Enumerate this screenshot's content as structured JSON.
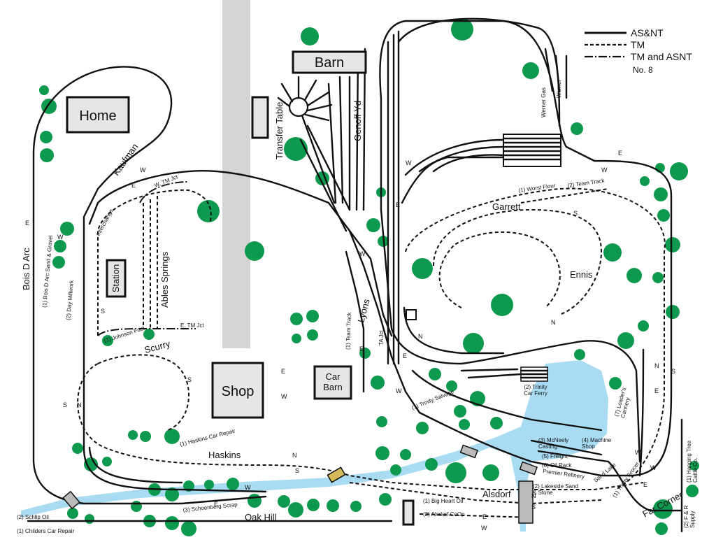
{
  "legend": {
    "asnt": "AS&NT",
    "tm": "TM",
    "both": "TM and ASNT",
    "plan": "No. 8"
  },
  "buildings": {
    "home": "Home",
    "barn": "Barn",
    "shop": "Shop",
    "station": "Station",
    "car_barn": "Car\nBarn"
  },
  "places": {
    "kaufman": "Kaufman",
    "interchange": "Interchange",
    "w_tm_jct": "W. TM Jct",
    "e_tm_jct": "E. TM Jct",
    "ables_springs": "Ables Springs",
    "scurry": "Scurry",
    "haskins": "Haskins",
    "oak_hill": "Oak Hill",
    "bois_d_arc": "Bois D Arc",
    "transfer_table": "Transfer Table",
    "genoff_yd": "Genoff Yd",
    "lyons": "Lyons",
    "ta_jct": "TA Jct",
    "garrett": "Garrett",
    "ennis": "Ennis",
    "alsdorf": "Alsdorf",
    "far_corner": "Far Corner",
    "premier_refinery": "Premier Refinery",
    "sand_lake": "Sand Lake"
  },
  "industries": {
    "bois_d_arc_sand": "(1) Bois D Arc Sand & Gravel",
    "day_millwork": "(2) Day Millwork",
    "johnson_fuel": "(1) Johnson Fuel",
    "haskins_car_repair": "(1) Haskins Car Repair",
    "schlip_oil": "(2) Schlip Oil",
    "childers_car_repair": "(1) Childers Car Repair",
    "schoenberg_scrap": "(3) Schoenberg Scrap",
    "team_track_lyons": "(1) Team Track",
    "trinity_salvage": "(1) Trinity Salvage",
    "trinity_car_ferry": "(2) Trinity\nCar Ferry",
    "worst_flour": "(1) Worst Flour",
    "team_track_garrett": "(2) Team Track",
    "mcneely_casting": "(3) McNeely\nCasting",
    "machine_shop": "(4) Machine\nShop",
    "freight": "(5) Freight",
    "oil_rack": "(6) Oil Rack",
    "loaders_cannery": "(7) Loader's\nCannery",
    "lakeside_sand": "(2) Lakeside Sand\n& Stone",
    "big_heart_oil": "(1) Big Heart Oil",
    "alsdorf_coop": "(2) Alsdorf CoOp",
    "trinity_grocer": "(1) Trinity Grocer",
    "hanging_tree": "(1) Hanging Tree\nCattle Co.",
    "f_and_r_supply": "(2) F & R\nSupply",
    "werner_gas": "Werner Gas",
    "werner": "Werner"
  },
  "colors": {
    "track": "#111111",
    "tree": "#0e9a4e",
    "water": "#a9dcf2",
    "building": "#e6e6e6",
    "road": "#d4d4d4"
  }
}
